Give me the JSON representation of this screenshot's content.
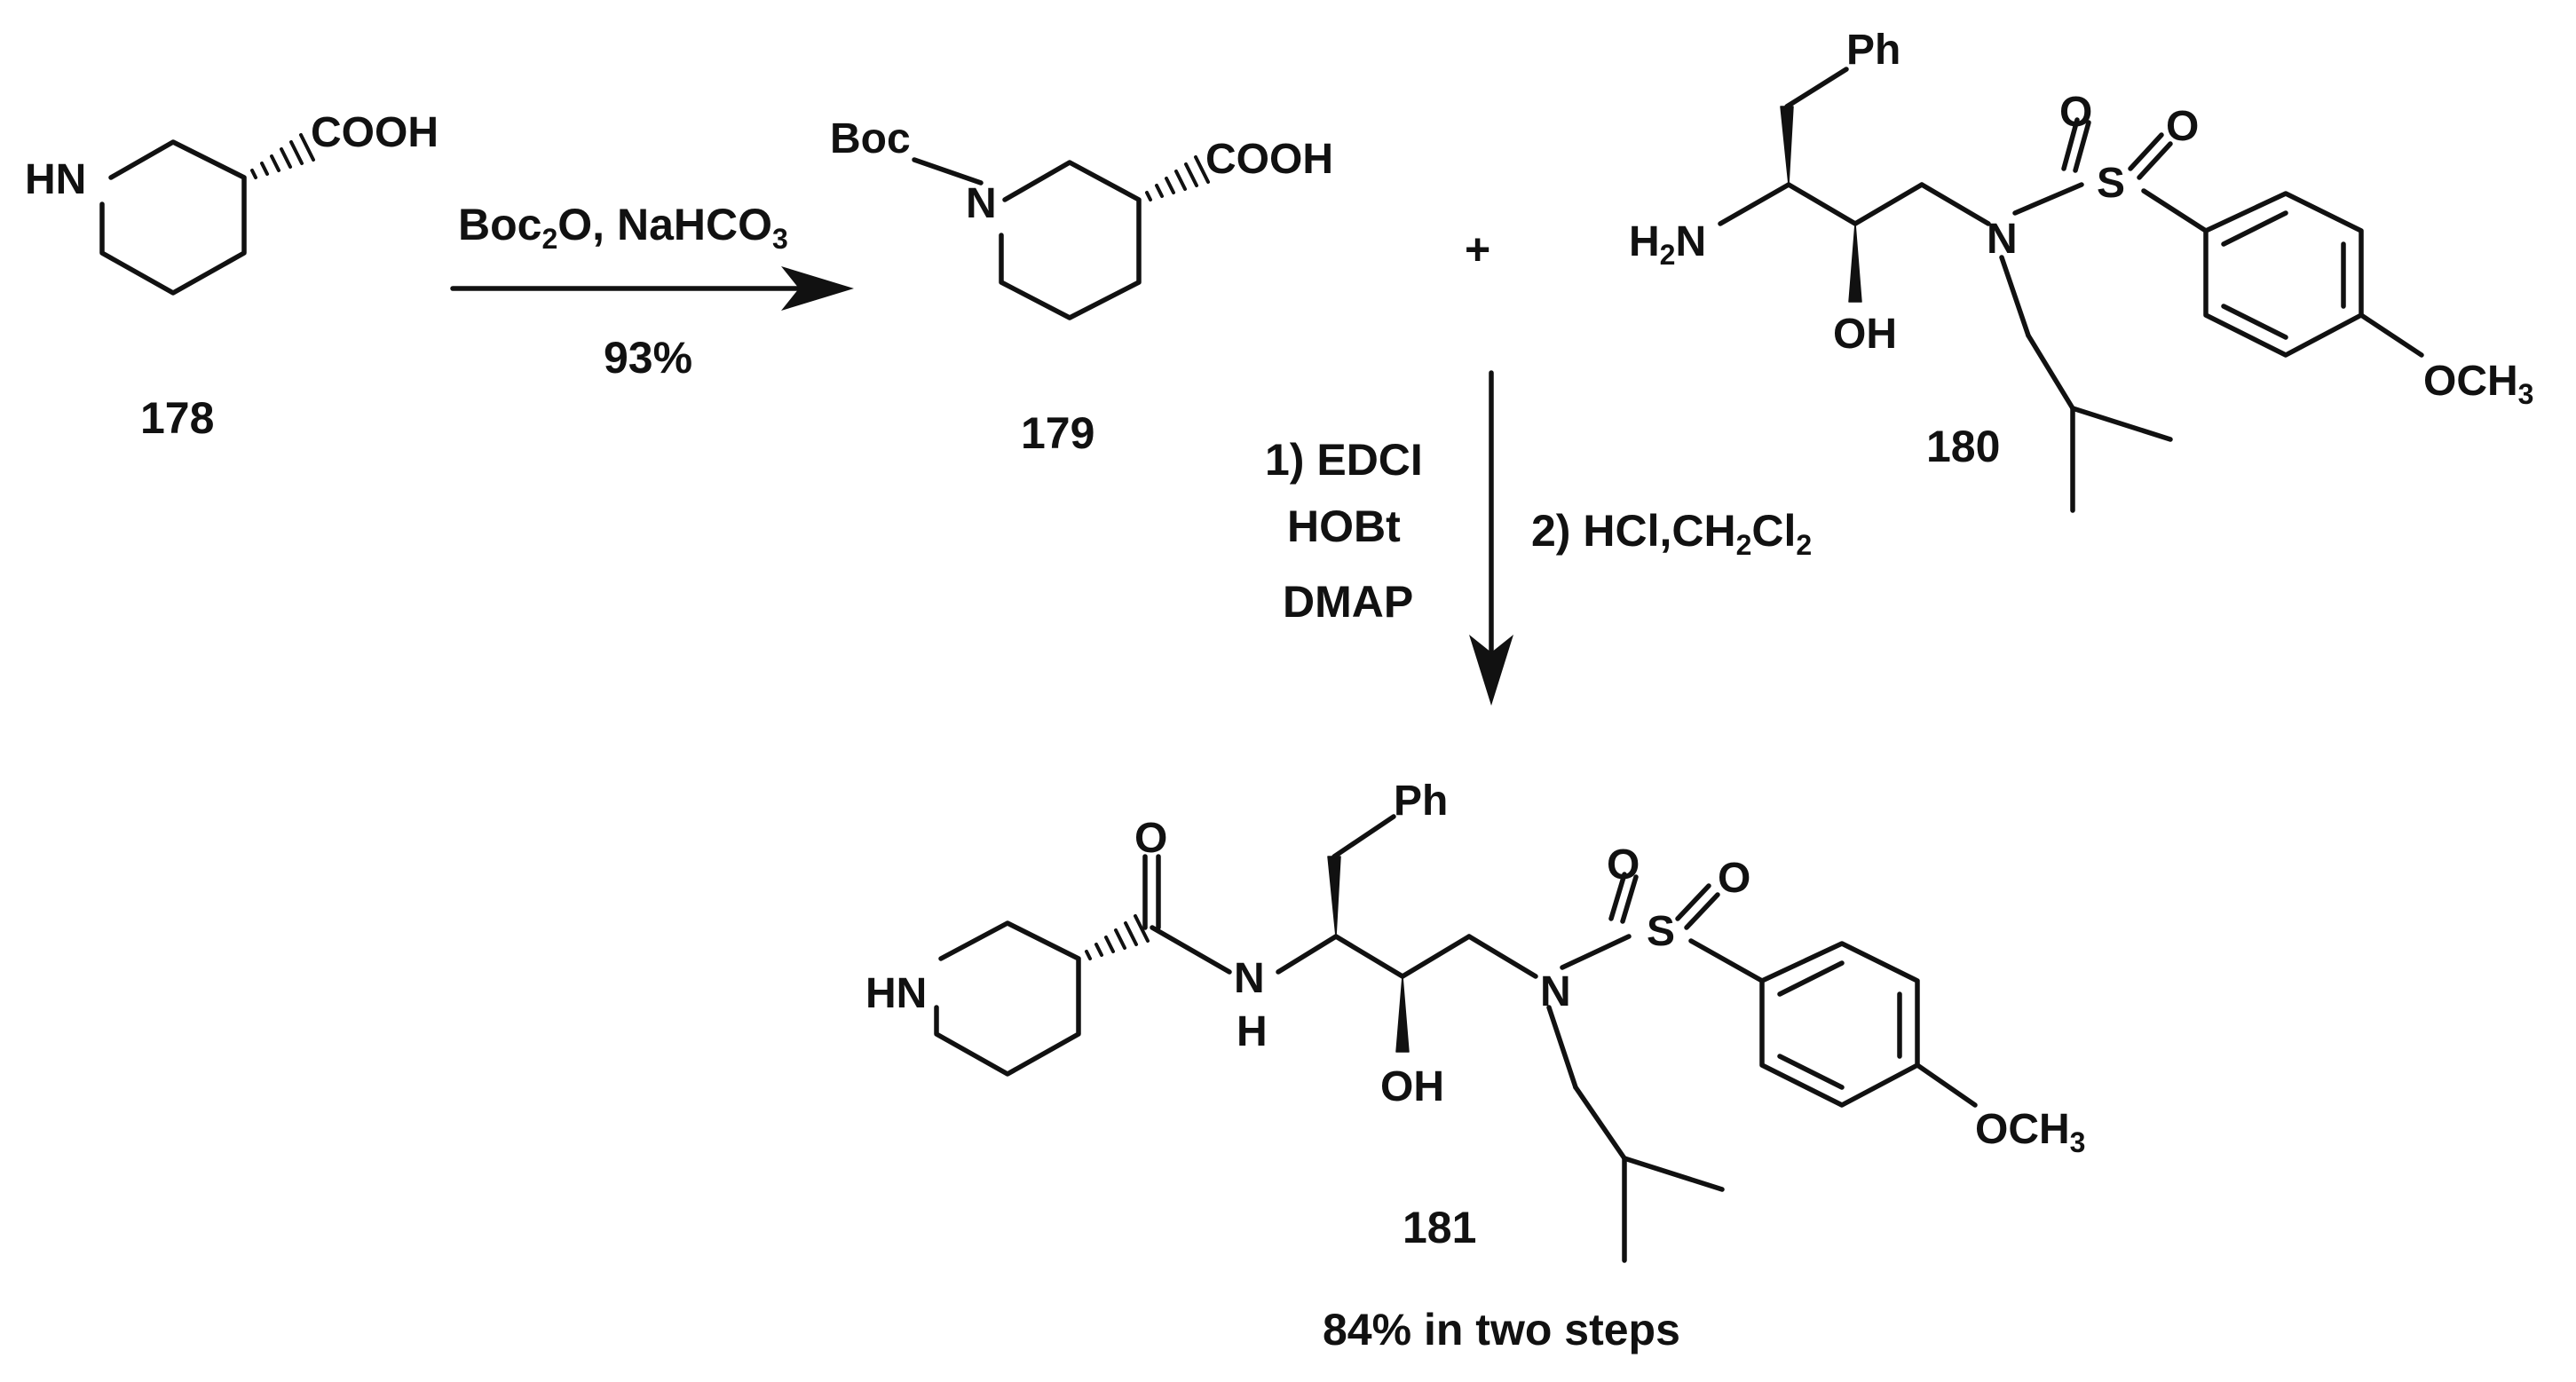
{
  "compounds": {
    "c178": {
      "label": "178"
    },
    "c179": {
      "label": "179"
    },
    "c180": {
      "label": "180"
    },
    "c181": {
      "label": "181"
    }
  },
  "atoms": {
    "hn": "HN",
    "n": "N",
    "h": "H",
    "boc": "Boc",
    "cooh": "COOH",
    "ph": "Ph",
    "h2n": "H2N",
    "oh": "OH",
    "s": "S",
    "o": "O",
    "och3": "OCH3"
  },
  "reaction1": {
    "reagents": "Boc2O, NaHCO3",
    "yield": "93%"
  },
  "plus": "+",
  "reaction2": {
    "step1": [
      "1) EDCI",
      "HOBt",
      "DMAP"
    ],
    "step2": "2) HCl,CH2Cl2"
  },
  "final_yield": "84% in two steps"
}
